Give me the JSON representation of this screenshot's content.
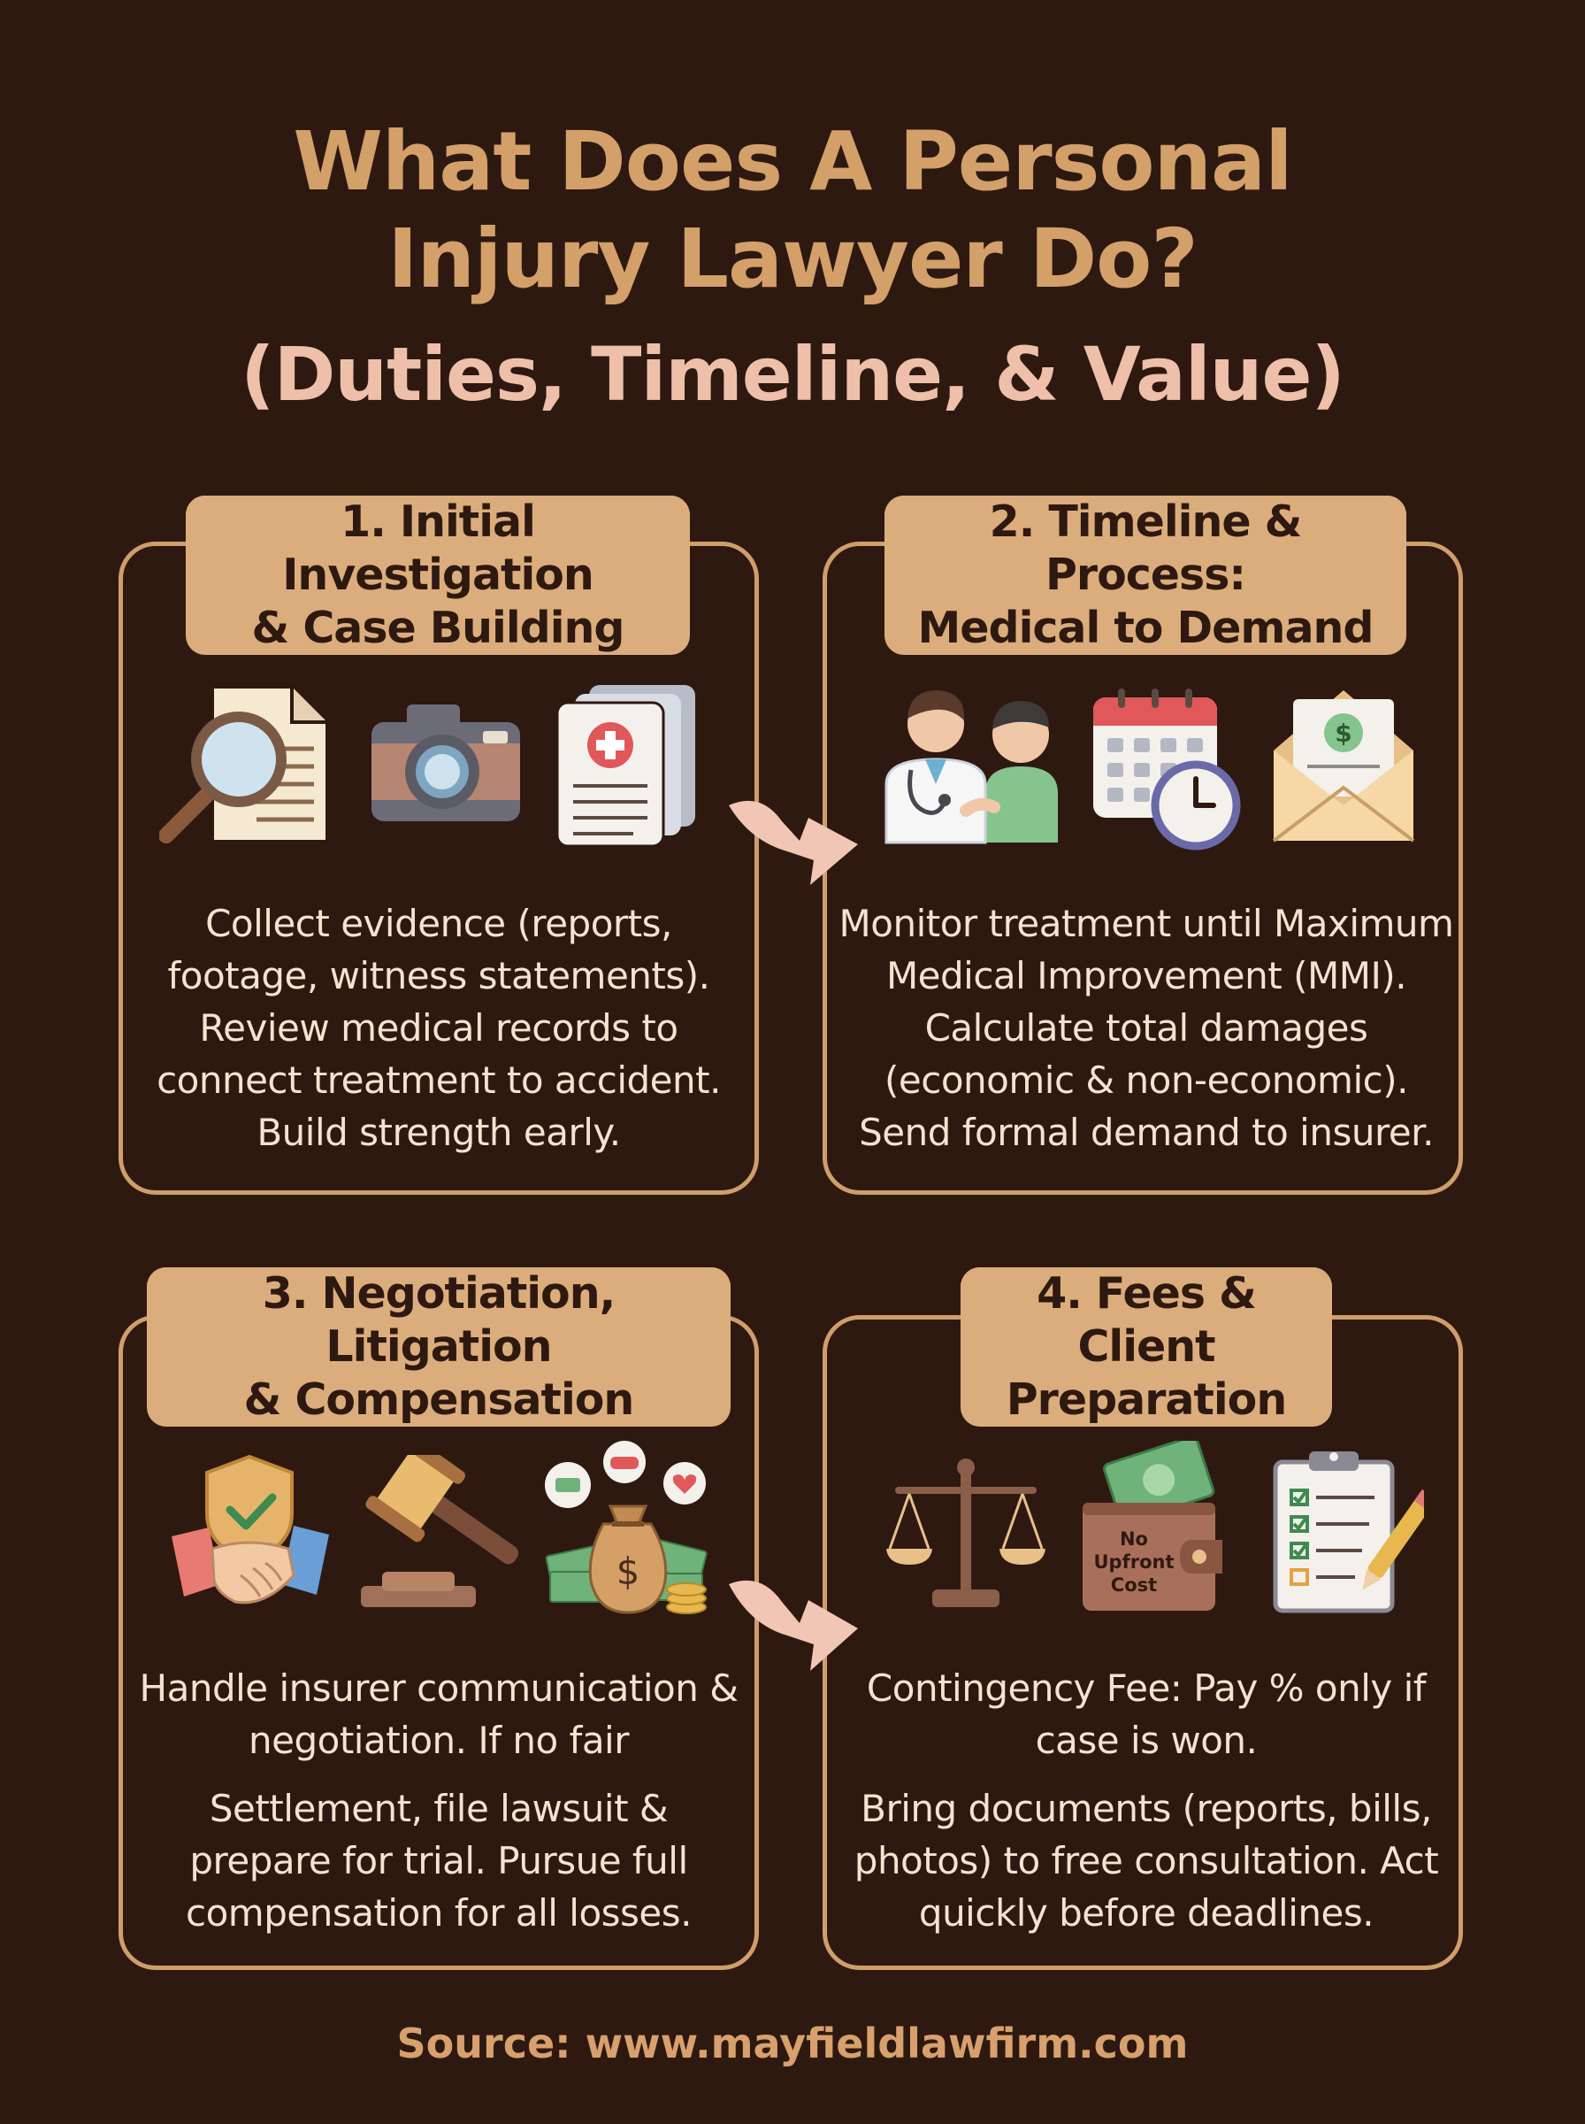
{
  "title": {
    "line1": "What Does A Personal",
    "line2": "Injury Lawyer Do?",
    "line3": "(Duties, Timeline, & Value)"
  },
  "sections": [
    {
      "heading_line1": "1. Initial Investigation",
      "heading_line2": "& Case Building",
      "icons": [
        "magnifying-glass-document-icon",
        "camera-icon",
        "medical-records-icon"
      ],
      "paragraphs": [
        "Collect evidence (reports, footage, witness statements). Review medical records to connect treatment to accident. Build strength early."
      ]
    },
    {
      "heading_line1": "2. Timeline & Process:",
      "heading_line2": "Medical to Demand",
      "icons": [
        "doctor-patient-icon",
        "calendar-clock-icon",
        "money-envelope-icon"
      ],
      "paragraphs": [
        "Monitor treatment until Maximum Medical Improvement (MMI). Calculate total damages (economic & non-economic). Send formal demand to insurer."
      ]
    },
    {
      "heading_line1": "3. Negotiation, Litigation",
      "heading_line2": "& Compensation",
      "icons": [
        "handshake-shield-icon",
        "gavel-icon",
        "money-bag-icon"
      ],
      "paragraphs": [
        "Handle insurer communication & negotiation. If no fair",
        "Settlement, file lawsuit & prepare for trial. Pursue full compensation for all losses."
      ]
    },
    {
      "heading_line1": "4. Fees & Client",
      "heading_line2": "Preparation",
      "icons": [
        "scales-icon",
        "wallet-icon",
        "clipboard-checklist-icon"
      ],
      "wallet_label_1": "No",
      "wallet_label_2": "Upfront",
      "wallet_label_3": "Cost",
      "paragraphs": [
        "Contingency Fee: Pay % only if case is won.",
        "Bring documents (reports, bills, photos) to free consultation. Act quickly before deadlines."
      ]
    }
  ],
  "source": "Source: www.mayfieldlawfirm.com",
  "colors": {
    "background": "#2e1911",
    "accent": "#cf9e6c",
    "badge": "#dcad7c",
    "title": "#d3a06a",
    "subtitle": "#eec0aa",
    "body_text": "#f3e3d0",
    "arrow": "#f1c6b4"
  }
}
